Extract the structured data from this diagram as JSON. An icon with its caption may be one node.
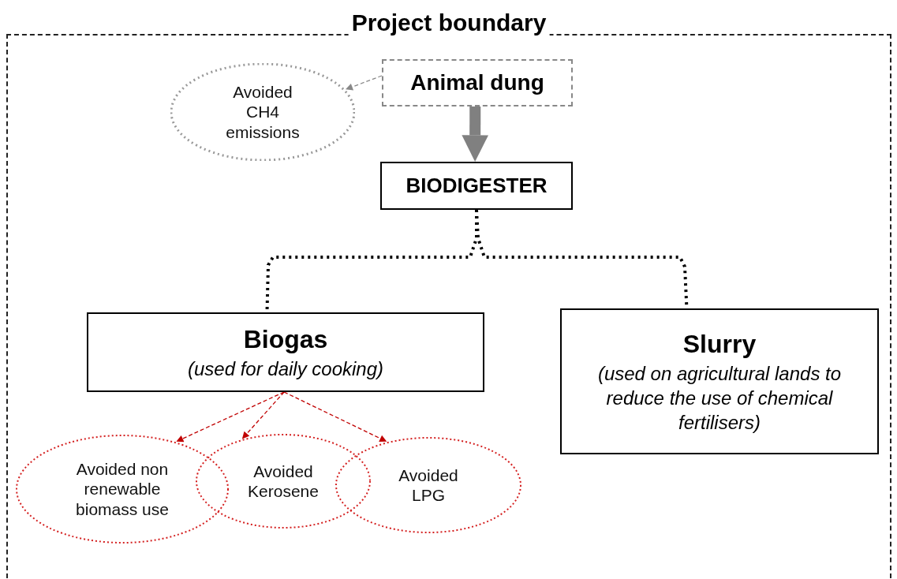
{
  "diagram": {
    "nodes": [
      {
        "text": [
          "Project boundary"
        ]
      },
      {
        "text": [
          "Avoided CH4 emissions"
        ],
        "in": 0
      },
      {
        "text": [
          "Animal dung"
        ],
        "in": 0
      },
      {
        "text": [
          "BIODIGESTER"
        ],
        "in": 0
      },
      {
        "text": [
          "Biogas",
          "(used for daily cooking)"
        ],
        "in": 0
      },
      {
        "text": [
          "Slurry",
          "(used on agricultural lands to reduce the use of chemical fertilisers)"
        ],
        "in": 0
      },
      {
        "text": [
          "Avoided non renewable biomass use"
        ],
        "in": 0
      },
      {
        "text": [
          "Avoided Kerosene"
        ],
        "in": 0
      },
      {
        "text": [
          "Avoided LPG"
        ],
        "in": 0
      }
    ],
    "edges": [
      {
        "from": 2,
        "to": 1,
        "arrow": "to",
        "style": "dashed",
        "color": "#888888"
      },
      {
        "from": 2,
        "to": 3,
        "arrow": "to",
        "style": "thick",
        "color": "#808080"
      },
      {
        "from": 3,
        "to": 4,
        "arrow": "none",
        "style": "dashed",
        "color": "#000000"
      },
      {
        "from": 3,
        "to": 5,
        "arrow": "none",
        "style": "dashed",
        "color": "#000000"
      },
      {
        "from": 4,
        "to": 6,
        "arrow": "to",
        "style": "dashed",
        "color": "#c00000"
      },
      {
        "from": 4,
        "to": 7,
        "arrow": "to",
        "style": "dashed",
        "color": "#c00000"
      },
      {
        "from": 4,
        "to": 8,
        "arrow": "to",
        "style": "dashed",
        "color": "#c00000"
      }
    ]
  }
}
